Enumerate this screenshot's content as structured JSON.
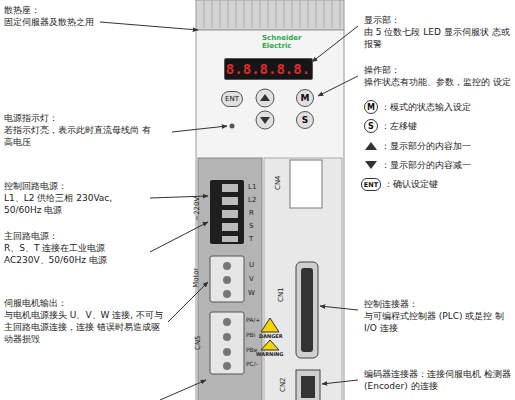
{
  "diagram": {
    "nodes": [
      {
        "text": [
          "8.8.8.8.8."
        ]
      },
      {
        "text": [
          "ENT"
        ]
      },
      {
        "text": [
          "M"
        ]
      },
      {
        "text": [
          "S"
        ]
      },
      {
        "text": [
          "M"
        ]
      },
      {
        "text": [
          "S"
        ]
      },
      {
        "text": [
          "ENT"
        ]
      }
    ],
    "labels": [
      "散热座：",
      "固定伺服器及散热之用",
      "电源指示灯：",
      "若指示灯亮，表示此时直流母线尚 有高电压",
      "控制回路电源：",
      "L1、L2 供给三相 230Vac, 50/60Hz 电源",
      "主回路电源：",
      "R、S、T 连接在工业电源 AC230V、50/60Hz 电源",
      "伺服电机输出：",
      "与电机电源接头 U、V、W 连接, 不可与主回路电源连接，连接 错误时易造成驱动器损毁",
      "显示部：",
      "由 5 位数七段 LED 显示伺服状 态或报警",
      "操作部：",
      "操作状态有功能、参数，监控的 设定",
      "：模式的状态输入设定",
      "：左移键",
      "：显示部分的内容加一",
      "：显示部分的内容减一",
      "：确认设定键",
      "控制连接器：",
      "与可编程式控制器 (PLC) 或是控 制 I/O 连接",
      "编码器连接器：连接伺服电机 检测器 (Encoder) 的连接",
      "Schneider Electric",
      "L1",
      "L2",
      "R",
      "S",
      "T",
      "U",
      "V",
      "W",
      "PA/+",
      "PBi",
      "PBe",
      "PC/-",
      "~220V",
      "Motor",
      "CN5",
      "CN4",
      "CN1",
      "CN2",
      "DANGER",
      "WARNING"
    ]
  }
}
